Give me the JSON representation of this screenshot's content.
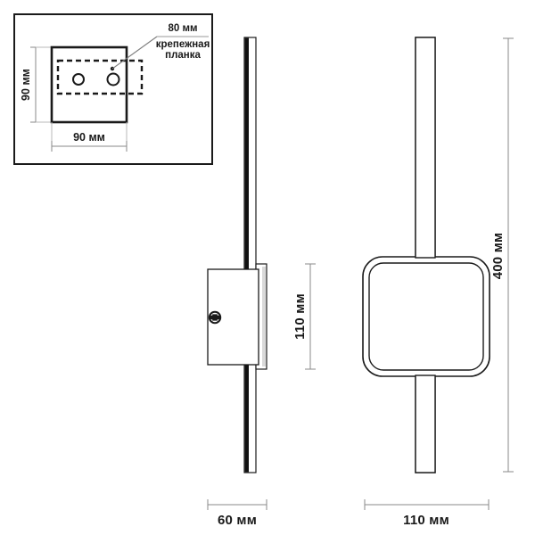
{
  "drawing": {
    "title": "Wall lamp technical dimension drawing",
    "units": "мм",
    "line_color": "#1a1a1a",
    "dim_line_color": "#8a8a8a",
    "fill_color": "#ffffff",
    "bar_edge_color": "#111111"
  },
  "inset": {
    "name": "mounting plate detail",
    "callout_label_dim": "80 мм",
    "callout_label_part_line1": "крепежная",
    "callout_label_part_line2": "планка",
    "dim_height": "90 мм",
    "dim_width": "90 мм",
    "holes": 2
  },
  "side_view": {
    "name": "side view",
    "dim_depth": "60 мм",
    "dim_body_height": "110 мм",
    "screw": "phillips-screw"
  },
  "front_view": {
    "name": "front view",
    "dim_width": "110 мм",
    "dim_height": "400 мм"
  }
}
